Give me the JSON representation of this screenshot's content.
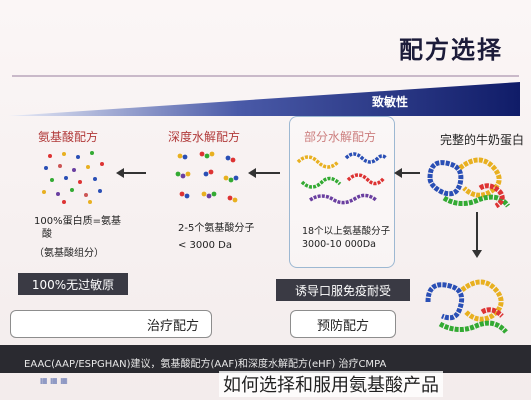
{
  "title": "配方选择",
  "gradient_label": "致敏性",
  "columns": [
    {
      "label": "氨基酸配方",
      "desc": [
        "100%蛋白质=氨基",
        "酸",
        "（氨基酸组分）"
      ]
    },
    {
      "label": "深度水解配方",
      "desc": [
        "2-5个氨基酸分子",
        "< 3000 Da"
      ]
    },
    {
      "label": "部分水解配方",
      "desc": [
        "18个以上氨基酸分子",
        "3000-10 000Da"
      ]
    },
    {
      "label": "完整的牛奶蛋白",
      "desc": []
    }
  ],
  "bars": {
    "left": "100%无过敏原",
    "right": "诱导口服免疫耐受"
  },
  "pills": {
    "left": "治疗配方",
    "right": "预防配方"
  },
  "footer_small": "EAAC(AAP/ESPGHAN)建议，氨基酸配方(AAF)和深度水解配方(eHF) 治疗CMPA",
  "caption": "如何选择和服用氨基酸产品",
  "colors": {
    "wedge": "#1b2a78",
    "label_red": "#b13a3a",
    "dark_bar": "#3a3a44"
  }
}
